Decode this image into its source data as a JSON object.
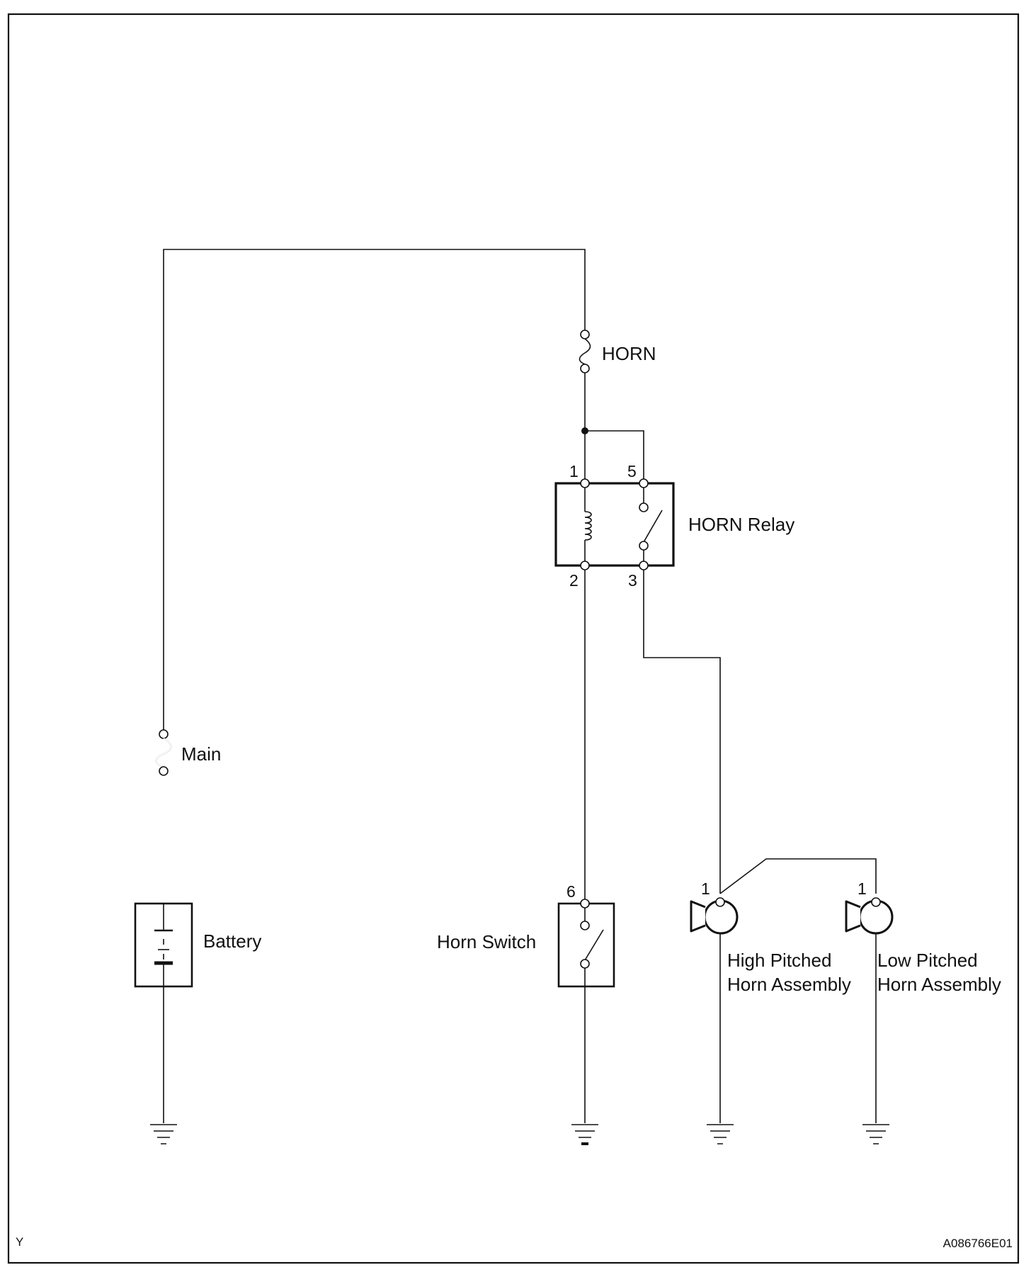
{
  "diagram": {
    "fuses": {
      "horn": "HORN",
      "main": "Main"
    },
    "relay": {
      "label": "HORN Relay",
      "pin_1": "1",
      "pin_2": "2",
      "pin_3": "3",
      "pin_5": "5"
    },
    "battery": {
      "label": "Battery"
    },
    "horn_switch": {
      "label": "Horn Switch",
      "pin": "6"
    },
    "high_horn": {
      "label_line1": "High Pitched",
      "label_line2": "Horn Assembly",
      "pin": "1"
    },
    "low_horn": {
      "label_line1": "Low Pitched",
      "label_line2": "Horn Assembly",
      "pin": "1"
    },
    "corner_left": "Y",
    "corner_right": "A086766E01"
  }
}
